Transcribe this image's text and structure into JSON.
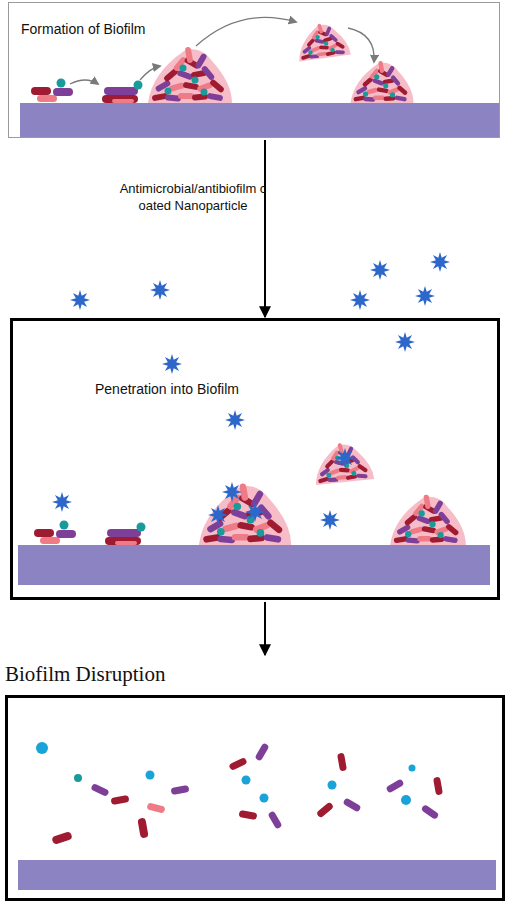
{
  "diagram": {
    "nodes": [
      {
        "text": [
          "Formation of Biofilm"
        ]
      },
      {
        "text": [
          "Penetration into Biofilm"
        ]
      },
      {
        "text": [
          "Biofilm Disruption"
        ]
      }
    ],
    "edges": [
      {
        "from": 0,
        "to": 1,
        "arrow": "to",
        "label": "Antimicrobial/antibiofilm coated Nanoparticle"
      },
      {
        "from": 1,
        "to": 2,
        "arrow": "to"
      }
    ]
  }
}
